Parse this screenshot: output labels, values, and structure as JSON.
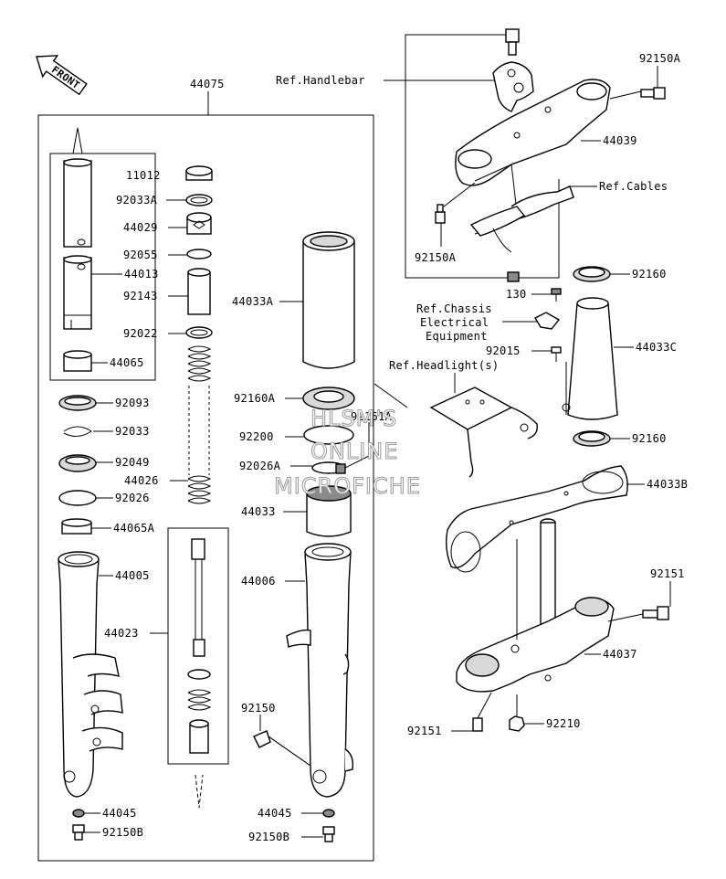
{
  "watermark": [
    "HLSM'S",
    "ONLINE",
    "MICROFICHE"
  ],
  "front_arrow": "FRONT",
  "labels": {
    "l44075": "44075",
    "l11012": "11012",
    "l92033A": "92033A",
    "l44029": "44029",
    "l92055": "92055",
    "l44013": "44013",
    "l92143": "92143",
    "l92022": "92022",
    "l44065": "44065",
    "l92093": "92093",
    "l92033": "92033",
    "l92049": "92049",
    "l44026": "44026",
    "l92026": "92026",
    "l44065A": "44065A",
    "l44005": "44005",
    "l44023": "44023",
    "l44045a": "44045",
    "l92150Ba": "92150B",
    "l44033A": "44033A",
    "l92160A": "92160A",
    "l92151A": "92151A",
    "l92200": "92200",
    "l92026A": "92026A",
    "l44033": "44033",
    "l44006": "44006",
    "l92150": "92150",
    "l44045b": "44045",
    "l92150Bb": "92150B",
    "refHandlebar": "Ref.Handlebar",
    "l92150Aa": "92150A",
    "l44039": "44039",
    "refCables": "Ref.Cables",
    "l92150Ab": "92150A",
    "l92160a": "92160",
    "l130": "130",
    "refChassis1": "Ref.Chassis",
    "refChassis2": "Electrical",
    "refChassis3": "Equipment",
    "l92015": "92015",
    "l44033C": "44033C",
    "refHeadlight": "Ref.Headlight(s)",
    "l92160b": "92160",
    "l44033B": "44033B",
    "l92151a": "92151",
    "l44037": "44037",
    "l92151b": "92151",
    "l92210": "92210"
  }
}
